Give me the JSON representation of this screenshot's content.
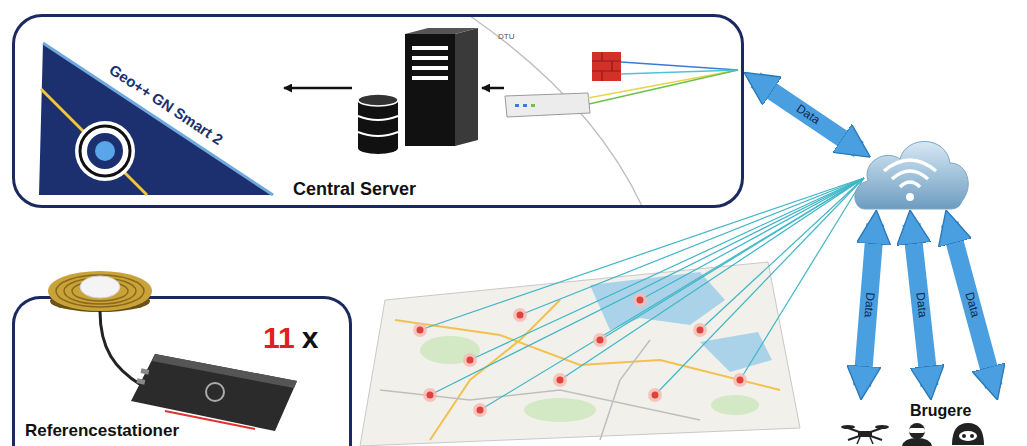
{
  "diagram": {
    "nodes": [
      {
        "text": [
          "Central Server"
        ]
      },
      {
        "text": [
          "Geo++ GN Smart 2"
        ],
        "in": 0
      },
      {
        "text": [
          "Referencestationer",
          "11",
          "x"
        ]
      },
      {
        "text": []
      },
      {
        "text": [
          "Brugere"
        ]
      }
    ],
    "edges": [
      {
        "from": 0,
        "to": 3,
        "label": "Data",
        "arrow": "both"
      },
      {
        "from": 3,
        "to": 4,
        "label": "Data",
        "arrow": "both"
      },
      {
        "from": 3,
        "to": 4,
        "label": "Data",
        "arrow": "both"
      },
      {
        "from": 3,
        "to": 4,
        "label": "Data",
        "arrow": "both"
      }
    ],
    "labels": [
      "DTU"
    ]
  }
}
